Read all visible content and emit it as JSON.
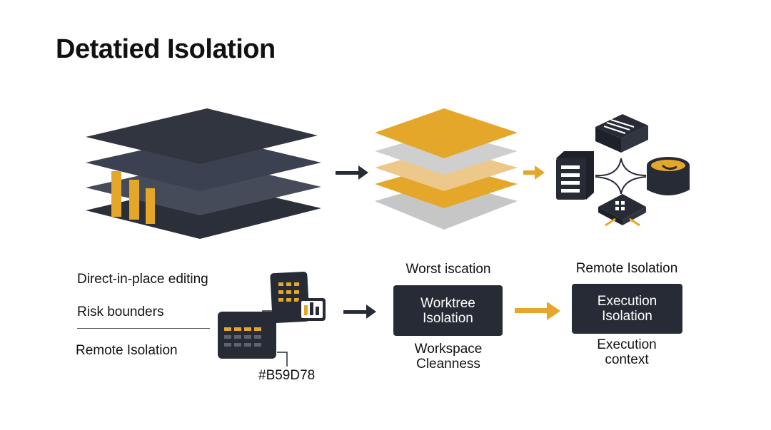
{
  "title": "Detatied Isolation",
  "left_labels": {
    "direct_editing": "Direct-in-place editing",
    "risk": "Risk bounders",
    "remote": "Remote Isolation",
    "hex_code": "#B59D78"
  },
  "middle": {
    "heading": "Worst iscation",
    "box_line1": "Worktree",
    "box_line2": "Isolation",
    "caption_line1": "Workspace",
    "caption_line2": "Cleanness"
  },
  "right": {
    "heading": "Remote Isolation",
    "box_line1": "Execution",
    "box_line2": "Isolation",
    "caption_line1": "Execution",
    "caption_line2": "context"
  },
  "colors": {
    "dark": "#262b35",
    "accent": "#e5a729",
    "light_gray": "#c9c9c9",
    "light_tan": "#ecc88a"
  },
  "icons": [
    "stacked-layers-icon",
    "right-arrow-icon",
    "server-icon",
    "document-stack-icon",
    "cloud-bucket-icon",
    "grid-node-icon",
    "dashboard-cards-icon"
  ]
}
